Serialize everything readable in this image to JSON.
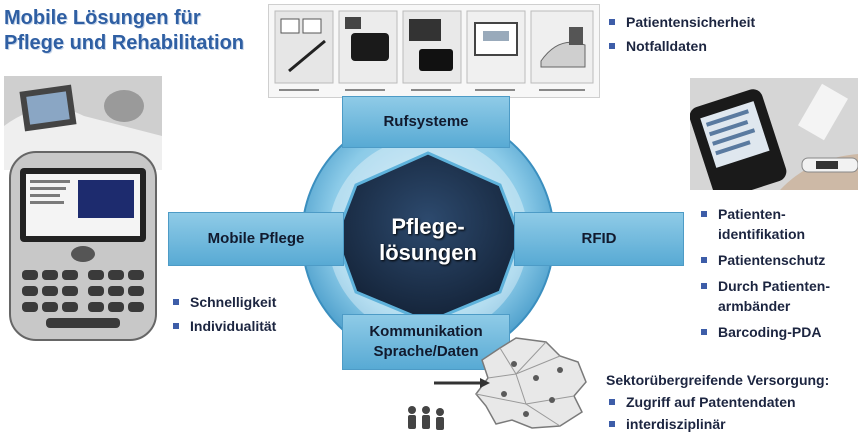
{
  "title": {
    "line1": "Mobile Lösungen für",
    "line2": "Pflege und Rehabilitation"
  },
  "center": {
    "line1": "Pflege-",
    "line2": "lösungen"
  },
  "boxes": {
    "top": "Rufsysteme",
    "left": "Mobile Pflege",
    "right": "RFID",
    "bottom_line1": "Kommunikation",
    "bottom_line2": "Sprache/Daten"
  },
  "top_right_bullets": [
    "Patientensicherheit",
    "Notfalldaten"
  ],
  "left_bullets": [
    "Schnelligkeit",
    "Individualität"
  ],
  "right_bullets": [
    "Patienten-",
    "identifikation",
    "Patientenschutz",
    "Durch Patienten-",
    "armbänder",
    "Barcoding-PDA"
  ],
  "bottom_right": {
    "heading": "Sektorübergreifende Versorgung:",
    "bullets": [
      "Zugriff auf Patentendaten",
      "interdisziplinär"
    ]
  },
  "colors": {
    "title": "#2f5fa3",
    "ring": "#5fb0d9",
    "ring_light": "#a6d6ee",
    "center": "#1e3550",
    "box": "#7cc0e2",
    "bullet": "#3d5da8"
  },
  "images": [
    "patient-tablet-photo",
    "blackberry-device",
    "call-system-devices",
    "rfid-pda-wristband-photo",
    "germany-map",
    "people-figures"
  ]
}
